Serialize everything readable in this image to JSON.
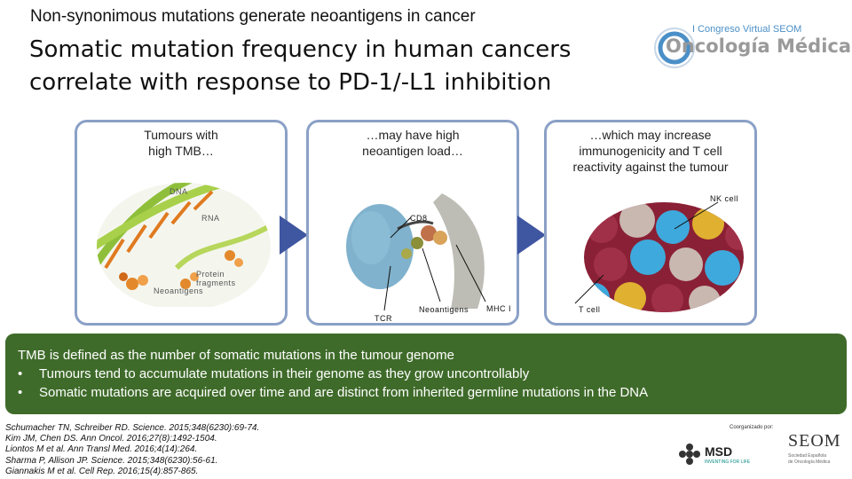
{
  "header": {
    "subtitle": "Non-synonimous mutations generate neoantigens in cancer",
    "title_line1": "Somatic mutation frequency in human cancers",
    "title_line2": "correlate with response to PD-1/-L1 inhibition"
  },
  "congress_logo": {
    "top_text": "I Congreso Virtual SEOM",
    "main_text": "Oncología Médica"
  },
  "panels": [
    {
      "caption_lines": [
        "Tumours with",
        "high TMB…"
      ],
      "labels": {
        "dna": "DNA",
        "rna": "RNA",
        "protein": "Protein fragments",
        "protein_line1": "Protein",
        "protein_line2": "fragments",
        "neoantigens": "Neoantigens"
      }
    },
    {
      "caption_lines": [
        "…may have high",
        "neoantigen load…"
      ],
      "labels": {
        "cd8": "CD8",
        "neoantigens": "Neoantigens",
        "mhc": "MHC I",
        "tcr": "TCR"
      }
    },
    {
      "caption_lines": [
        "…which may increase",
        "immunogenicity and T cell",
        "reactivity against the tumour"
      ],
      "labels": {
        "nk_cell": "NK cell",
        "t_cell": "T cell"
      }
    }
  ],
  "colors": {
    "panel_border": "#8aa0c6",
    "arrow": "#3f56a0",
    "tmb_box": "#3f6b2a"
  },
  "tmb_box": {
    "heading": "TMB is defined as the number of somatic mutations in the tumour genome",
    "bullets": [
      "Tumours tend to accumulate mutations in their genome as they grow uncontrollably",
      "Somatic mutations are acquired over time and are distinct from inherited germline mutations in the DNA"
    ],
    "bullet_char": "•"
  },
  "references": [
    "Schumacher TN, Schreiber RD. Science. 2015;348(6230):69-74.",
    "Kim JM, Chen DS. Ann Oncol. 2016;27(8):1492-1504.",
    "Liontos M et al. Ann Transl Med. 2016;4(14):264.",
    "Sharma P, Allison JP. Science. 2015;348(6230):56-61.",
    "Giannakis M et al. Cell Rep. 2016;15(4):857-865."
  ],
  "sponsors": {
    "label": "Coorganizado por:",
    "msd": "MSD",
    "msd_sub": "INVENTING FOR LIFE",
    "seom": "SEOM",
    "seom_sub1": "Sociedad Española",
    "seom_sub2": "de Oncología Médica"
  }
}
